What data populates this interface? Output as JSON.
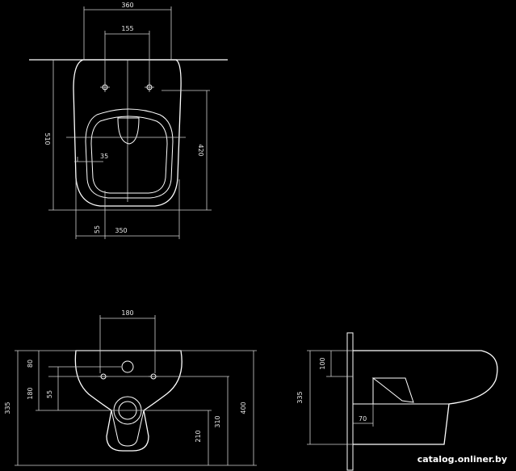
{
  "top_view": {
    "width_total": "360",
    "hole_spacing": "155",
    "depth": "510",
    "seat_depth": "420",
    "offset_35": "35",
    "offset_55": "55",
    "bowl_width": "350"
  },
  "front_view": {
    "spacing_180": "180",
    "offset_80": "80",
    "offset_180": "180",
    "offset_55": "55",
    "height_335": "335",
    "height_400": "400",
    "height_310": "310",
    "height_210": "210"
  },
  "side_view": {
    "offset_100": "100",
    "height_335": "335",
    "offset_70": "70"
  },
  "credit": "catalog.onliner.by",
  "colors": {
    "background": "#000000",
    "line": "#ffffff"
  }
}
